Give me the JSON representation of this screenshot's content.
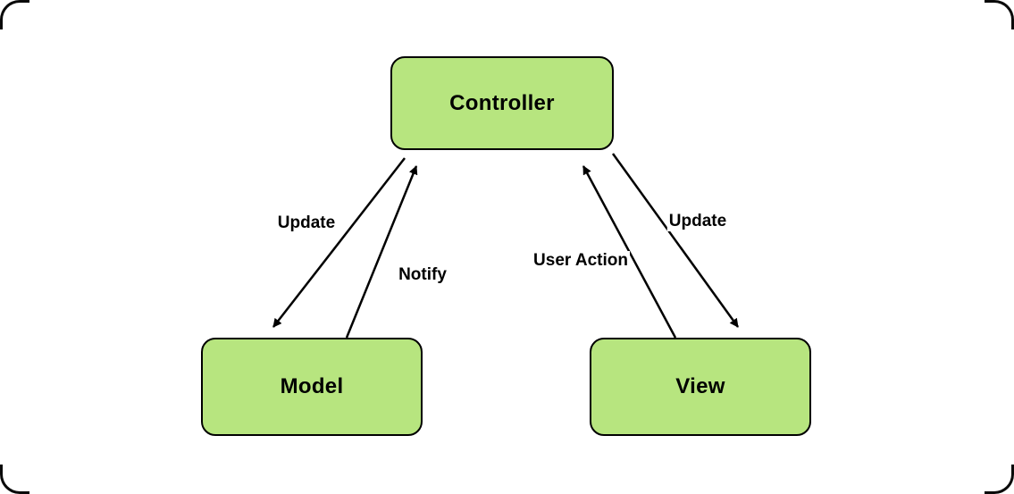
{
  "diagram": {
    "type": "mvc-architecture-diagram",
    "nodes": {
      "controller": {
        "label": "Controller"
      },
      "model": {
        "label": "Model"
      },
      "view": {
        "label": "View"
      }
    },
    "edges": {
      "update_left": {
        "label": "Update",
        "from": "Controller",
        "to": "Model"
      },
      "notify": {
        "label": "Notify",
        "from": "Model",
        "to": "Controller"
      },
      "user_action": {
        "label": "User Action",
        "from": "View",
        "to": "Controller"
      },
      "update_right": {
        "label": "Update",
        "from": "Controller",
        "to": "View"
      }
    },
    "colors": {
      "node_fill": "#b7e57f",
      "node_border": "#000000",
      "arrow": "#000000",
      "background": "#ffffff"
    }
  }
}
